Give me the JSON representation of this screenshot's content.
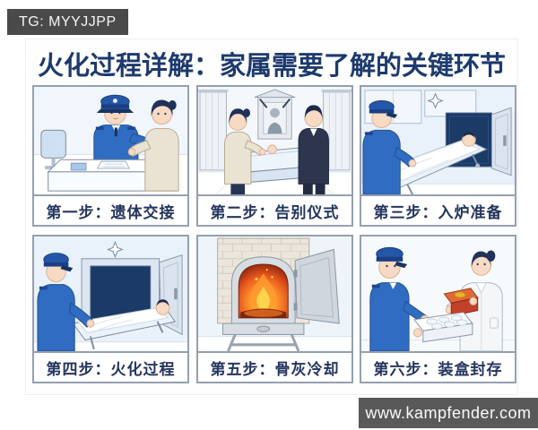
{
  "badge": {
    "label": "TG: MYYJJPP"
  },
  "title": "火化过程详解：家属需要了解的关键环节",
  "panels": [
    {
      "caption": "第一步：遗体交接",
      "scene": "body-handover"
    },
    {
      "caption": "第二步：告别仪式",
      "scene": "farewell-ceremony"
    },
    {
      "caption": "第三步：入炉准备",
      "scene": "furnace-preparation"
    },
    {
      "caption": "第四步：火化过程",
      "scene": "cremation-process"
    },
    {
      "caption": "第五步：骨灰冷却",
      "scene": "ash-cooling"
    },
    {
      "caption": "第六步：装盒封存",
      "scene": "urn-boxing-sealing"
    }
  ],
  "watermark": {
    "label": "www.kampfender.com"
  },
  "colors": {
    "title_text": "#1d3a6e",
    "caption_text": "#24355e",
    "panel_border": "#95a0ae",
    "badge_background": "#4a4a4a",
    "watermark_background": "#595959",
    "uniform_blue": "#2f6cc2",
    "cap_blue": "#2457a8",
    "coat_beige": "#eae2d3",
    "suit_navy": "#2e364f",
    "labcoat_white": "#f4f6f8",
    "furnace_fire_orange": "#f2701d",
    "urn_box_red": "#c2402a",
    "skin_tone": "#f7d9c4"
  }
}
